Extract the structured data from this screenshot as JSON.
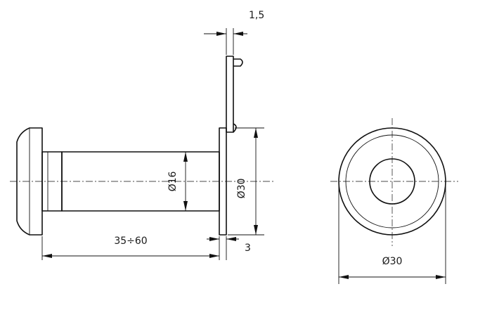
{
  "dimensions": {
    "plate_thickness": "1,5",
    "body_length": "35÷60",
    "tube_diameter": "Ø16",
    "flange_diameter_side": "Ø30",
    "flange_thickness": "3",
    "flange_diameter_front": "Ø30"
  }
}
